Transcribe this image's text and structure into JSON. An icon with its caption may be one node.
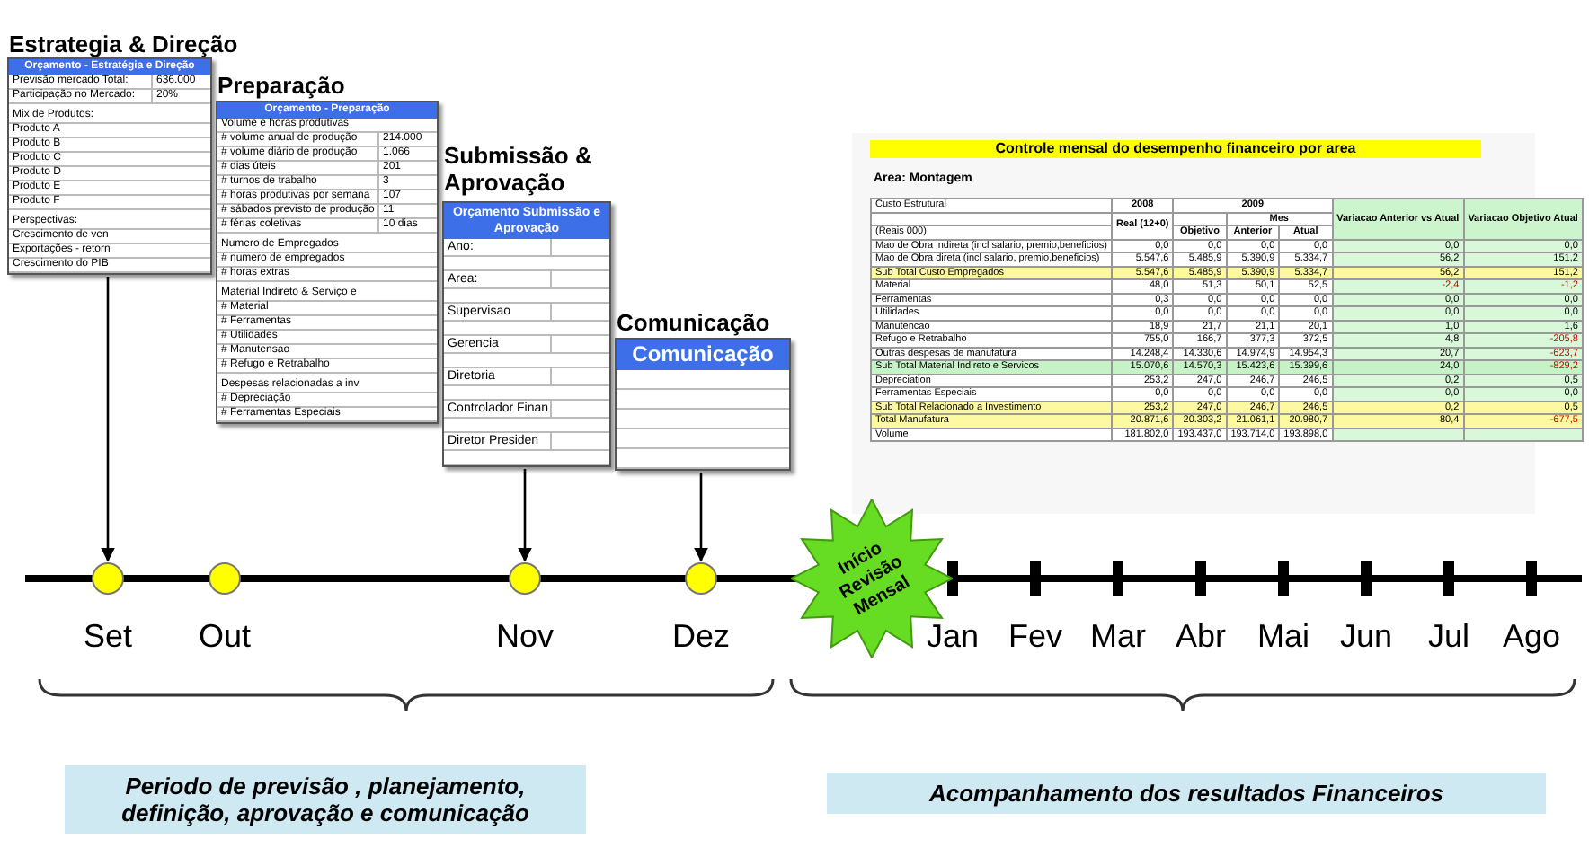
{
  "diagram": {
    "nodes": [
      {
        "text": [
          "Estrategia & Direção",
          "Orçamento - Estratégia e Direção",
          "Previsão mercado Total:",
          "636.000",
          "Participação no Mercado:",
          "20%",
          "Mix de Produtos:",
          "Produto A",
          "Produto B",
          "Produto C",
          "Produto D",
          "Produto E",
          "Produto F",
          "Perspectivas:",
          "Crescimento de ven",
          "Exportações - retorn",
          "Crescimento do PIB"
        ]
      },
      {
        "text": [
          "Preparação",
          "Orçamento - Preparação",
          "Volume e horas produtivas",
          "# volume anual de produção",
          "214.000",
          "# volume diário de produção",
          "1.066",
          "# dias úteis",
          "201",
          "# turnos de trabalho",
          "3",
          "# horas produtivas por semana",
          "107",
          "# sábados previsto de produção",
          "11",
          "# férias coletivas",
          "10 dias",
          "Numero de Empregados",
          "# numero de empregados",
          "# horas extras",
          "Material Indireto & Serviço e",
          "# Material",
          "# Ferramentas",
          "# Utilidades",
          "# Manutensao",
          "# Refugo e Retrabalho",
          "Despesas relacionadas a inv",
          "# Depreciação",
          "# Ferramentas Especiais"
        ]
      },
      {
        "text": [
          "Submissão & Aprovação",
          "Orçamento Submissão e Aprovação",
          "Ano:",
          "Area:",
          "Supervisao",
          "Gerencia",
          "Diretoria",
          "Controlador Finan",
          "Diretor Presiden"
        ]
      },
      {
        "text": [
          "Comunicação",
          "Comunicação"
        ]
      },
      {
        "text": [],
        "shape": "circle",
        "beside": [
          "Set"
        ]
      },
      {
        "text": [],
        "shape": "circle",
        "beside": [
          "Out"
        ]
      },
      {
        "text": [],
        "shape": "circle",
        "beside": [
          "Nov"
        ]
      },
      {
        "text": [],
        "shape": "circle",
        "beside": [
          "Dez"
        ]
      },
      {
        "text": [
          "Início Revisão Mensal"
        ]
      },
      {
        "text": [
          "Periodo de previsão , planejamento, definição, aprovação e comunicação"
        ]
      },
      {
        "text": [
          "Acompanhamento dos resultados Financeiros"
        ]
      }
    ],
    "edges": [
      {
        "from": 0,
        "to": 4,
        "arrow": "to"
      },
      {
        "from": 2,
        "to": 6,
        "arrow": "to"
      },
      {
        "from": 3,
        "to": 7,
        "arrow": "to"
      }
    ],
    "labels": [
      "Jan",
      "Fev",
      "Mar",
      "Abr",
      "Mai",
      "Jun",
      "Jul",
      "Ago",
      "Controle mensal do desempenho financeiro por area",
      "Area: Montagem",
      "Custo Estrutural",
      "2008",
      "2009",
      "Variacao Anterior vs Atual",
      "Variacao Objetivo Atual",
      "Real (12+0)",
      "Mes",
      "(Reais 000)",
      "Objetivo",
      "Anterior",
      "Atual",
      "Mao de Obra indireta (incl salario, premio,beneficios)",
      "0,0",
      "0,0",
      "0,0",
      "0,0",
      "0,0",
      "0,0",
      "Mao de Obra direta (incl salario, premio,beneficios)",
      "5.547,6",
      "5.485,9",
      "5.390,9",
      "5.334,7",
      "56,2",
      "151,2",
      "Sub Total Custo Empregados",
      "5.547,6",
      "5.485,9",
      "5.390,9",
      "5.334,7",
      "56,2",
      "151,2",
      "Material",
      "48,0",
      "51,3",
      "50,1",
      "52,5",
      "-2,4",
      "-1,2",
      "Ferramentas",
      "0,3",
      "0,0",
      "0,0",
      "0,0",
      "0,0",
      "0,0",
      "Utilidades",
      "0,0",
      "0,0",
      "0,0",
      "0,0",
      "0,0",
      "0,0",
      "Manutencao",
      "18,9",
      "21,7",
      "21,1",
      "20,1",
      "1,0",
      "1,6",
      "Refugo e Retrabalho",
      "755,0",
      "166,7",
      "377,3",
      "372,5",
      "4,8",
      "-205,8",
      "Outras despesas de manufatura",
      "14.248,4",
      "14.330,6",
      "14.974,9",
      "14.954,3",
      "20,7",
      "-623,7",
      "Sub Total Material Indireto e Servicos",
      "15.070,6",
      "14.570,3",
      "15.423,6",
      "15.399,6",
      "24,0",
      "-829,2",
      "Depreciation",
      "253,2",
      "247,0",
      "246,7",
      "246,5",
      "0,2",
      "0,5",
      "Ferramentas Especiais",
      "0,0",
      "0,0",
      "0,0",
      "0,0",
      "0,0",
      "0,0",
      "Sub Total Relacionado a Investimento",
      "253,2",
      "247,0",
      "246,7",
      "246,5",
      "0,2",
      "0,5",
      "Total Manufatura",
      "20.871,6",
      "20.303,2",
      "21.061,1",
      "20.980,7",
      "80,4",
      "-677,5",
      "Volume",
      "181.802,0",
      "193.437,0",
      "193.714,0",
      "193.898,0"
    ]
  }
}
